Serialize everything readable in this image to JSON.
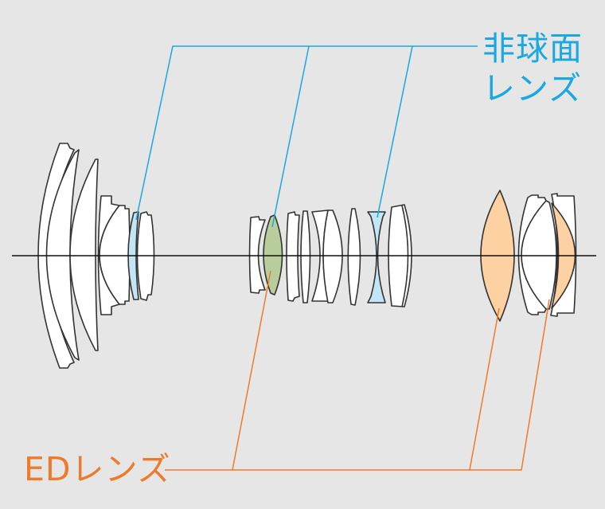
{
  "labels": {
    "aspherical_line1": "非球面",
    "aspherical_line2": "レンズ",
    "ed": "EDレンズ"
  },
  "colors": {
    "background": "#e6e6e6",
    "aspherical": "#1ba8e0",
    "ed": "#f07a2a",
    "aspherical_fill": "#c3e6f6",
    "ed_fill": "#fdd1a2",
    "green_fill": "#b7cd9c"
  }
}
